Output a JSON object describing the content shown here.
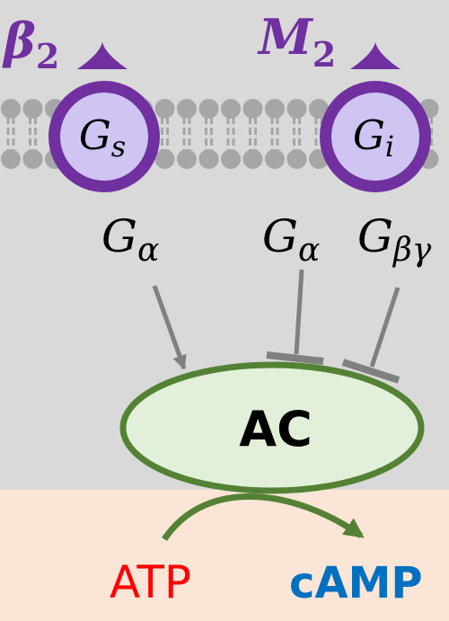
{
  "receptors": {
    "left": {
      "label": "β",
      "subscript": "2",
      "protein": "G",
      "protein_sub": "s"
    },
    "right": {
      "label": "M",
      "subscript": "2",
      "protein": "G",
      "protein_sub": "i"
    }
  },
  "subunits": {
    "left_alpha": {
      "base": "G",
      "sub": "α"
    },
    "right_alpha": {
      "base": "G",
      "sub": "α"
    },
    "right_betagamma": {
      "base": "G",
      "sub": "βγ"
    }
  },
  "enzyme": {
    "label": "AC"
  },
  "reaction": {
    "substrate": "ATP",
    "product": "cAMP"
  },
  "colors": {
    "membrane_bg": "#d9d9d9",
    "cytoplasm_bg": "#fbe5d6",
    "lipid": "#a6a6a6",
    "receptor_purple": "#7030a0",
    "gprotein_fill": "#cfc4f2",
    "enzyme_outline": "#548235",
    "enzyme_fill": "#e2f0d9",
    "arrow_gray": "#808080",
    "atp_red": "#ff0000",
    "camp_blue": "#0070c0"
  },
  "icons": {
    "activation": "arrow-activation-icon",
    "inhibition": "t-bar-inhibition-icon"
  }
}
